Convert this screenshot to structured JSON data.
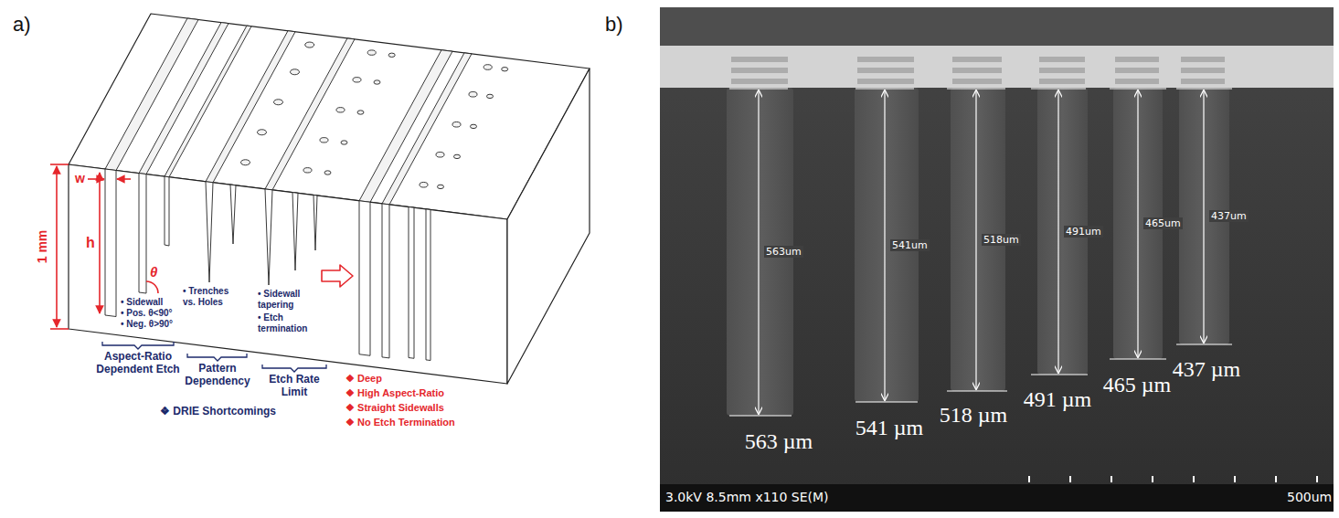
{
  "diagram": {
    "labels": [
      "a)",
      "b)",
      "w",
      "h",
      "1 mm",
      "θ",
      "• Sidewall",
      "• Pos. θ<90°",
      "• Neg. θ>90°",
      "• Trenches vs. Holes",
      "• Sidewall tapering",
      "• Etch termination",
      "Aspect-Ratio Dependent Etch",
      "Pattern Dependency",
      "Etch Rate Limit",
      "❖ DRIE Shortcomings",
      "❖ Deep",
      "❖ High Aspect-Ratio",
      "❖ Straight Sidewalls",
      "❖ No Etch Termination",
      "563um",
      "541um",
      "518um",
      "491um",
      "465um",
      "437um",
      "563 µm",
      "541 µm",
      "518 µm",
      "491 µm",
      "465 µm",
      "437 µm",
      "3.0kV 8.5mm x110 SE(M)",
      "500um"
    ]
  }
}
